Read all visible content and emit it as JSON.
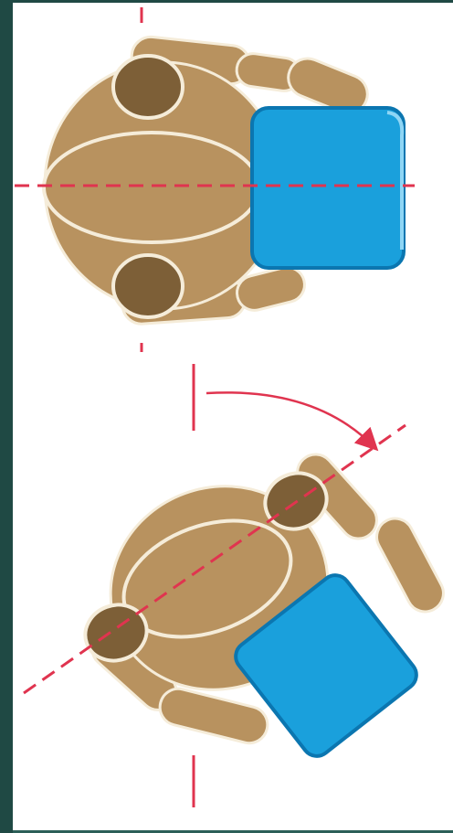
{
  "colors": {
    "frame": "#2c5f58",
    "frame_accent": "#1f4944",
    "background": "#ffffff",
    "body": "#b8925f",
    "body_dark": "#8f6c3f",
    "head": "#7d5f37",
    "outline": "#f5ecd9",
    "object": "#1aa0dc",
    "object_edge": "#0b76b0",
    "object_highlight": "#8fd6f5",
    "guide": "#e0344f"
  },
  "figures": [
    {
      "id": "top-view",
      "orientation": "aligned",
      "rotation_deg": 0
    },
    {
      "id": "bottom-view",
      "orientation": "rotated",
      "rotation_deg": 38
    }
  ],
  "annotations": {
    "rotation_arrow": "clockwise",
    "guide_line_style": "dashed"
  }
}
